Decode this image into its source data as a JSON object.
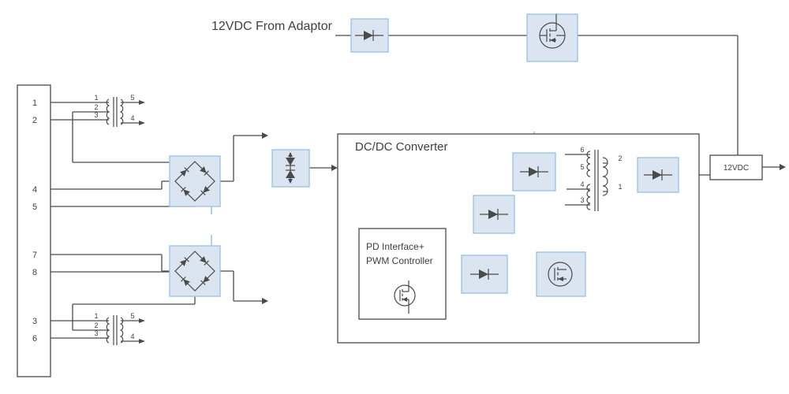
{
  "diagram": {
    "adaptor_label": "12VDC From Adaptor",
    "converter_title": "DC/DC Converter",
    "controller": {
      "line1": "PD Interface+",
      "line2": "PWM Controller"
    },
    "output_label": "12VDC"
  },
  "connector": {
    "pins": [
      "1",
      "2",
      "4",
      "5",
      "7",
      "8",
      "3",
      "6"
    ]
  },
  "transformer_top": {
    "left_pins": [
      "1",
      "2",
      "3"
    ],
    "right_pins": [
      "5",
      "4"
    ]
  },
  "transformer_bottom": {
    "left_pins": [
      "1",
      "2",
      "3"
    ],
    "right_pins": [
      "5",
      "4"
    ]
  },
  "dcdc_transformer": {
    "left_pins": [
      "6",
      "5",
      "4",
      "3"
    ],
    "right_pins": [
      "2",
      "1"
    ]
  },
  "icons": {
    "diode": "diode-icon",
    "tvs": "tvs-diode-icon",
    "mosfet": "mosfet-icon",
    "bridge": "bridge-rectifier-icon",
    "transformer": "transformer-icon",
    "arrow": "arrow-right-icon"
  },
  "colors": {
    "block_fill": "#dbe5f1",
    "block_border": "#9dc3e6",
    "wire": "#4a4a4a",
    "accent": "#9dc3e6",
    "text": "#3f3f3f",
    "canvas": "#ffffff"
  }
}
